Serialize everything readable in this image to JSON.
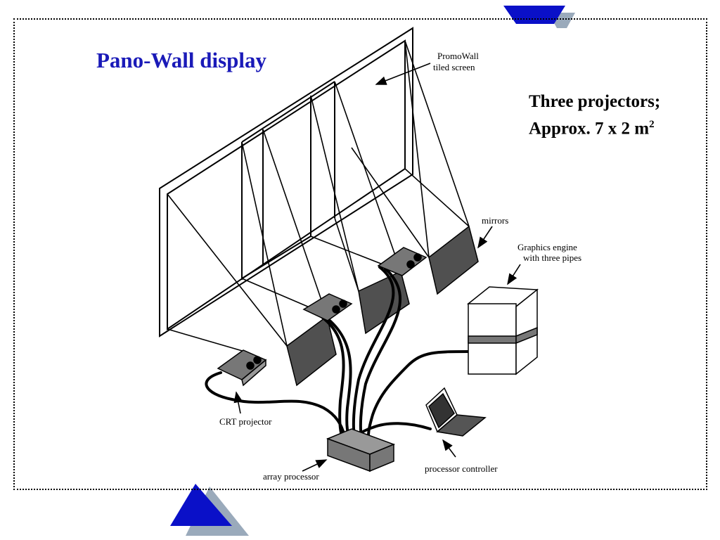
{
  "slide": {
    "title": "Pano-Wall display",
    "spec_line1": "Three projectors;",
    "spec_line2_prefix": "Approx. 7 x 2 m",
    "spec_line2_sup": "2"
  },
  "labels": {
    "screen_line1": "PromoWall",
    "screen_line2": "tiled screen",
    "mirrors": "mirrors",
    "graphics_line1": "Graphics engine",
    "graphics_line2": "with three pipes",
    "crt_projector": "CRT projector",
    "array_processor": "array processor",
    "processor_controller": "processor controller"
  },
  "colors": {
    "title": "#1a1ab8",
    "triangle_blue": "#0a10c8",
    "triangle_shadow": "#9aaabb",
    "mirror_fill": "#505050",
    "device_fill": "#777777"
  }
}
